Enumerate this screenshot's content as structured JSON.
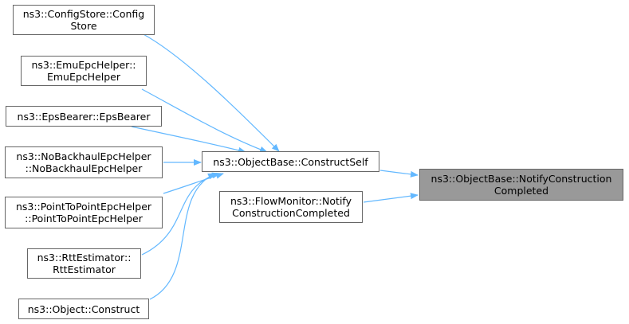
{
  "graph": {
    "edge_color": "#63b8ff",
    "node_border_color": "#666666",
    "current_node_fill": "#999999",
    "nodes": {
      "configstore": {
        "lines": [
          "ns3::ConfigStore::Config",
          "Store"
        ]
      },
      "emuepchelper": {
        "lines": [
          "ns3::EmuEpcHelper::",
          "EmuEpcHelper"
        ]
      },
      "epsbearer": {
        "lines": [
          "ns3::EpsBearer::EpsBearer"
        ]
      },
      "nobackhaul": {
        "lines": [
          "ns3::NoBackhaulEpcHelper",
          "::NoBackhaulEpcHelper"
        ]
      },
      "p2pepc": {
        "lines": [
          "ns3::PointToPointEpcHelper",
          "::PointToPointEpcHelper"
        ]
      },
      "rttestimator": {
        "lines": [
          "ns3::RttEstimator::",
          "RttEstimator"
        ]
      },
      "objectconstruct": {
        "lines": [
          "ns3::Object::Construct"
        ]
      },
      "constructself": {
        "lines": [
          "ns3::ObjectBase::ConstructSelf"
        ]
      },
      "flowmonitor": {
        "lines": [
          "ns3::FlowMonitor::Notify",
          "ConstructionCompleted"
        ]
      },
      "notify": {
        "lines": [
          "ns3::ObjectBase::NotifyConstruction",
          "Completed"
        ]
      }
    }
  }
}
